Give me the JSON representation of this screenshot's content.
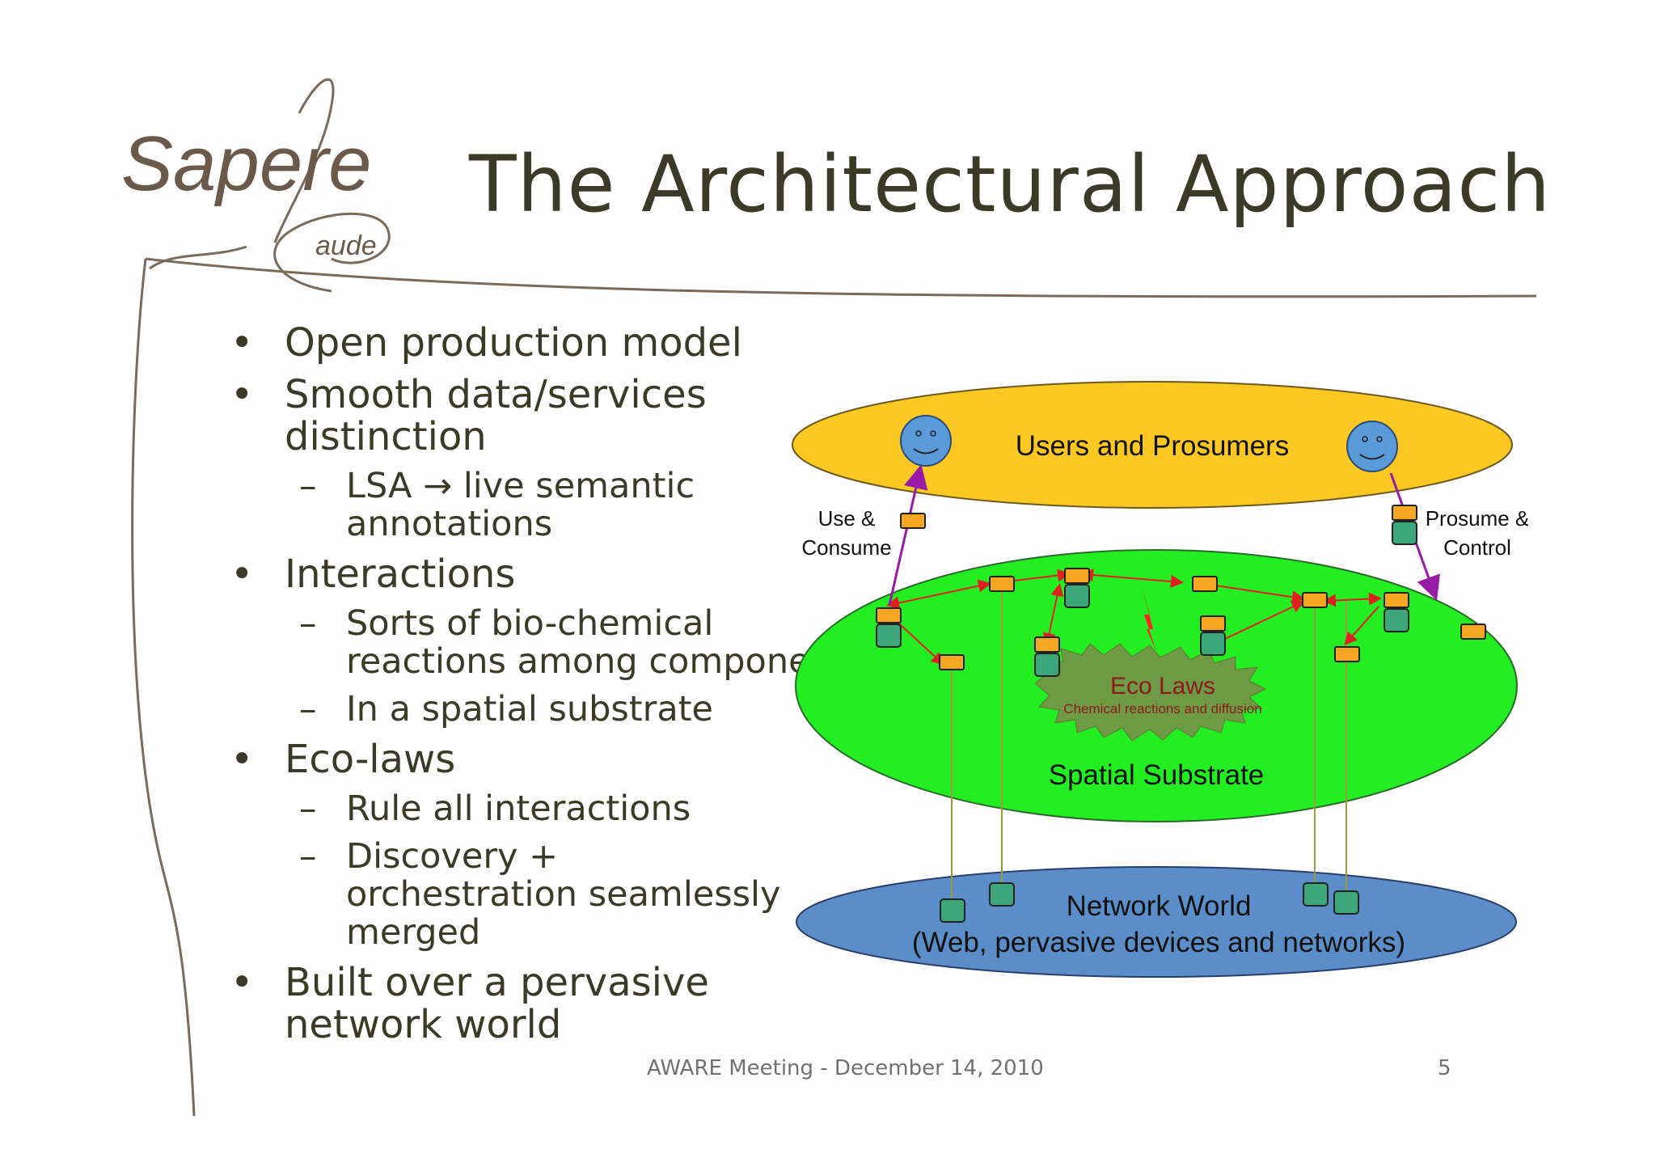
{
  "slide": {
    "title": "The Architectural Approach",
    "logo_text": "Sapere Aude",
    "bullets": [
      {
        "level": 1,
        "text": "Open production model"
      },
      {
        "level": 1,
        "text": "Smooth data/services distinction"
      },
      {
        "level": 2,
        "text": "LSA → live semantic annotations"
      },
      {
        "level": 1,
        "text": "Interactions"
      },
      {
        "level": 2,
        "text": "Sorts of bio-chemical reactions among components"
      },
      {
        "level": 2,
        "text": "In a spatial substrate"
      },
      {
        "level": 1,
        "text": "Eco-laws"
      },
      {
        "level": 2,
        "text": "Rule all interactions"
      },
      {
        "level": 2,
        "text": "Discovery + orchestration seamlessly merged"
      },
      {
        "level": 1,
        "text": "Built over a pervasive network world"
      }
    ],
    "bullet_glyph": "•",
    "dash_glyph": "–",
    "footer": "AWARE Meeting - December 14, 2010",
    "page_number": "5"
  },
  "diagram": {
    "users_label": "Users and Prosumers",
    "use_consume_label_1": "Use &",
    "use_consume_label_2": "Consume",
    "prosume_label_1": "Prosume &",
    "prosume_label_2": "Control",
    "eco_laws_title": "Eco Laws",
    "eco_laws_subtitle": "Chemical reactions and diffusion",
    "spatial_label": "Spatial Substrate",
    "network_label_1": "Network World",
    "network_label_2": "(Web, pervasive devices and networks)",
    "colors": {
      "users_ellipse": "#fdc822",
      "spatial_ellipse": "#22ee22",
      "network_ellipse": "#5b8ec8",
      "eco_burst": "#6f9a45",
      "eco_text": "#8b1a1a",
      "orange_box": "#f6a623",
      "green_box": "#3da67a",
      "red_arrow": "#e02020",
      "purple_arrow": "#9a1aa8",
      "olive_line": "#9a9a40",
      "smiley": "#5b9ad8"
    }
  }
}
